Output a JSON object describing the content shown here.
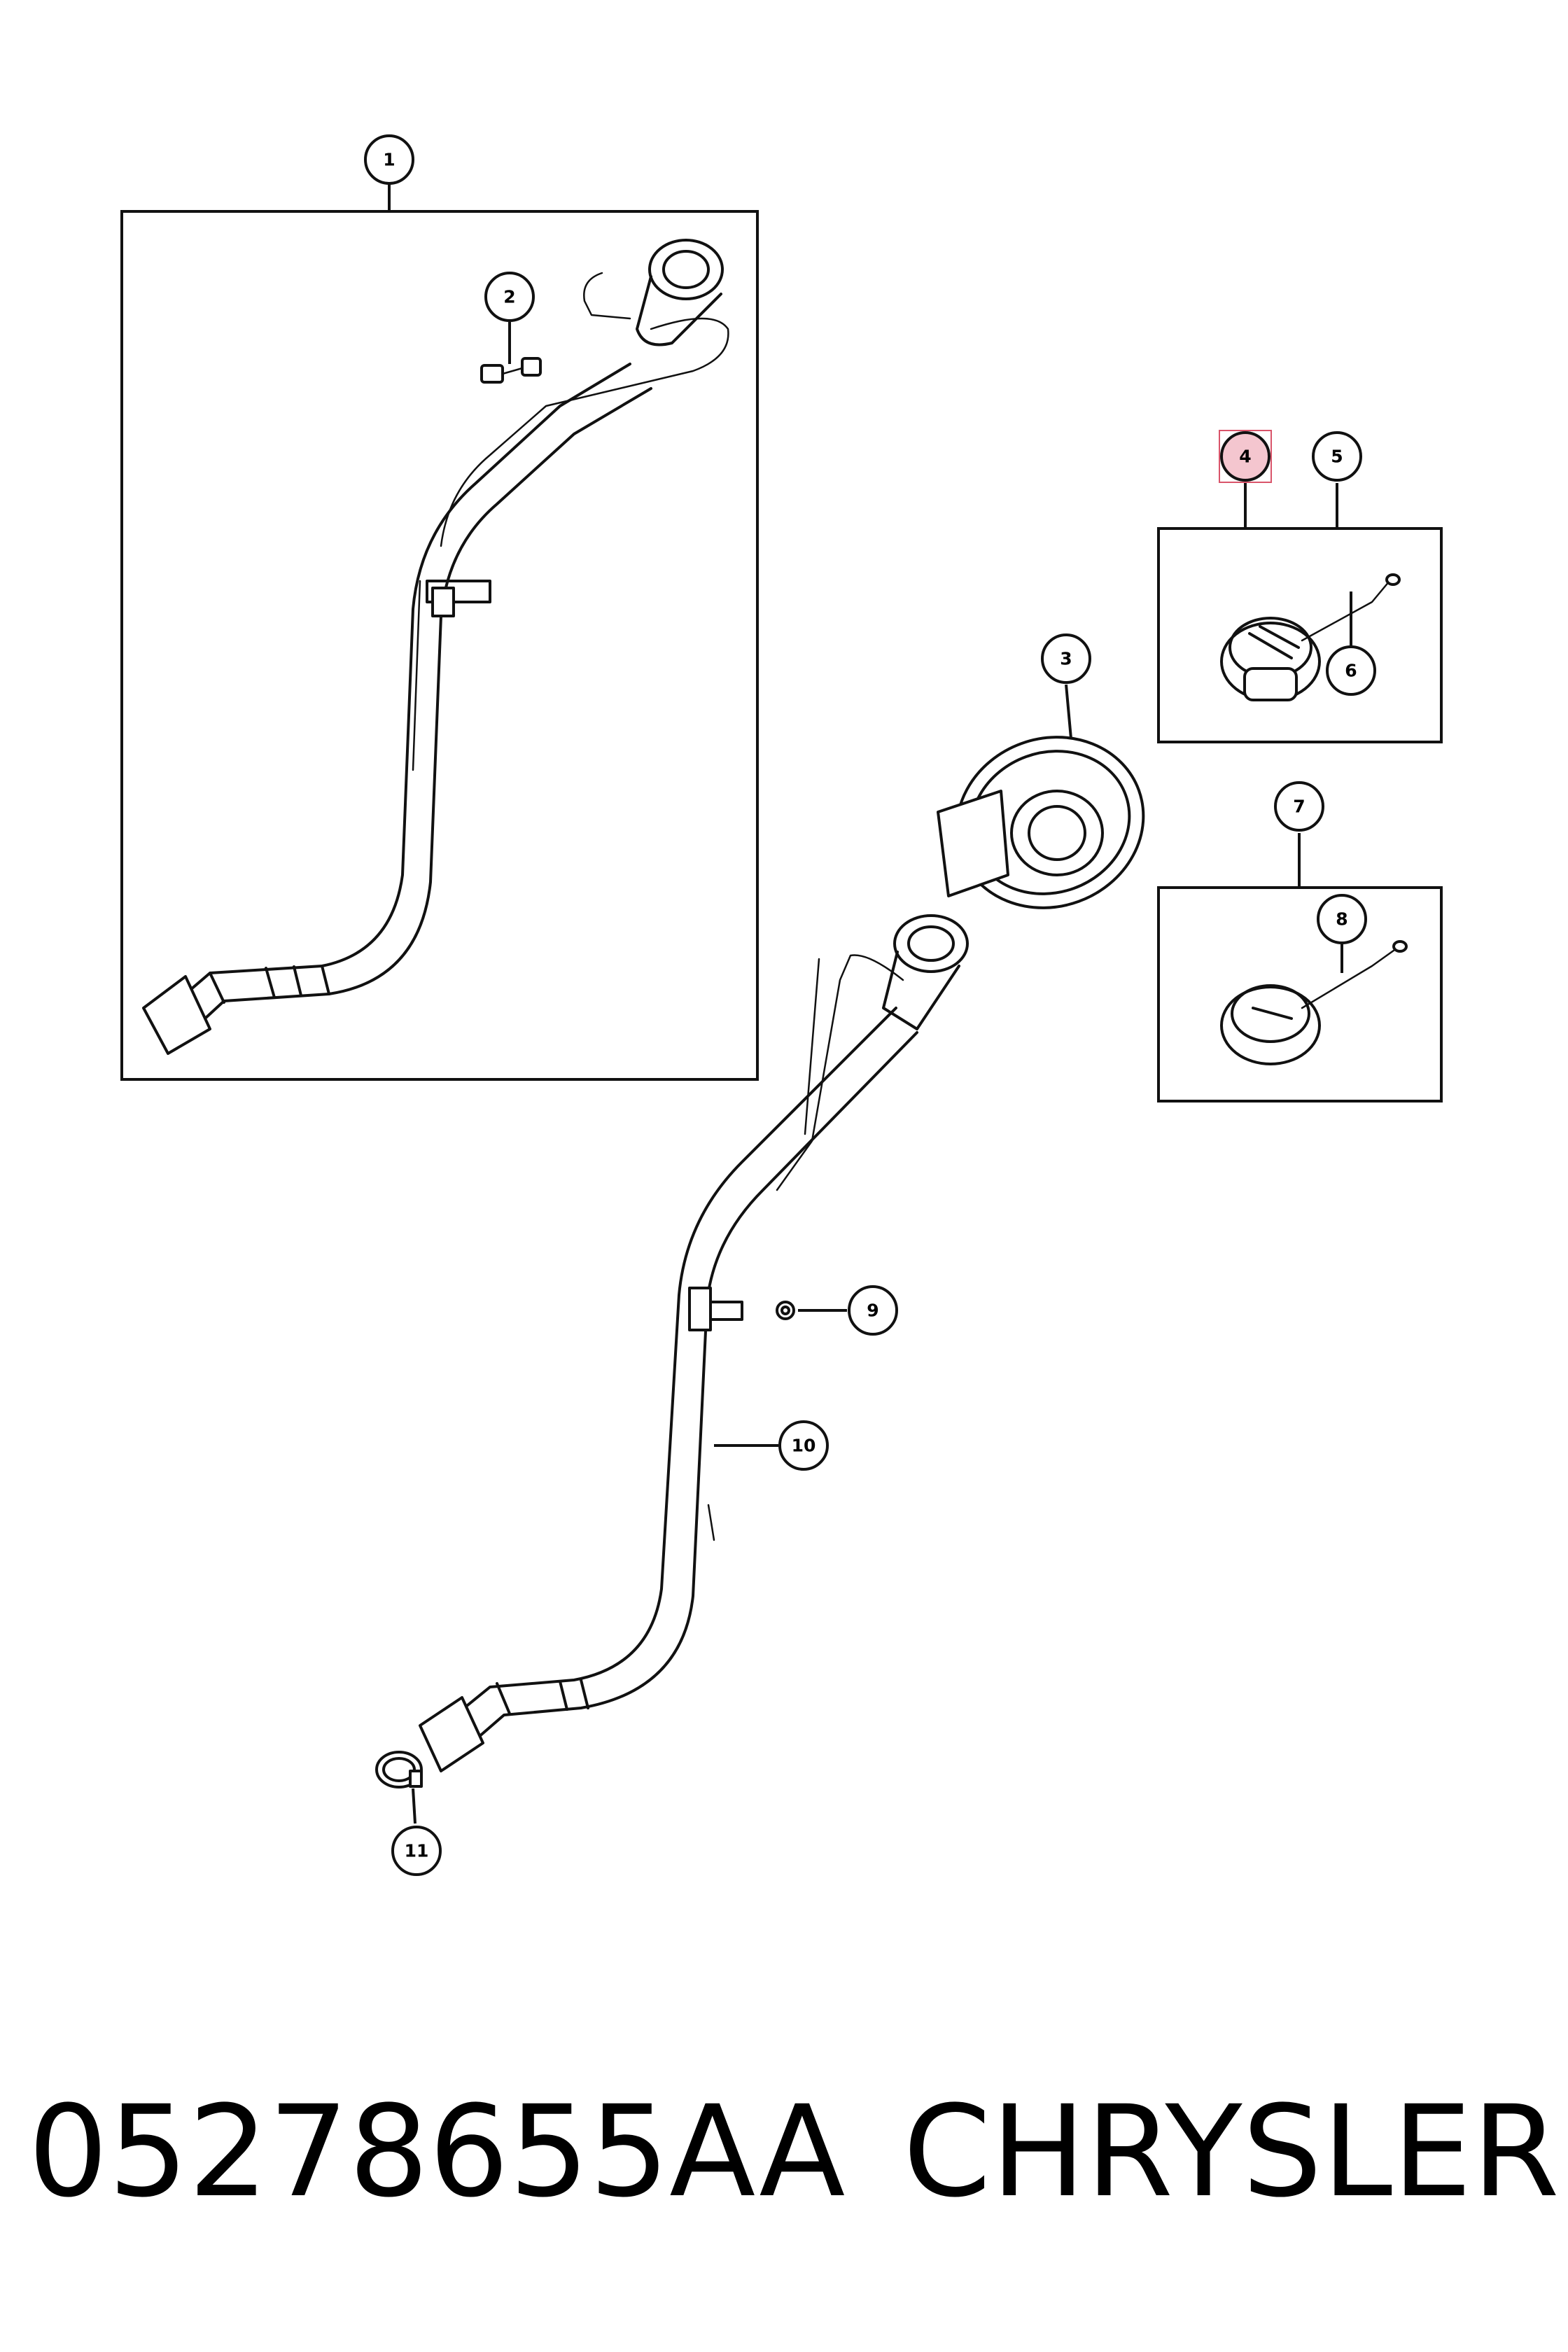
{
  "callouts": [
    {
      "id": 1,
      "label": "1"
    },
    {
      "id": 2,
      "label": "2"
    },
    {
      "id": 3,
      "label": "3"
    },
    {
      "id": 4,
      "label": "4",
      "highlighted": true
    },
    {
      "id": 5,
      "label": "5"
    },
    {
      "id": 6,
      "label": "6"
    },
    {
      "id": 7,
      "label": "7"
    },
    {
      "id": 8,
      "label": "8"
    },
    {
      "id": 9,
      "label": "9"
    },
    {
      "id": 10,
      "label": "10"
    },
    {
      "id": 11,
      "label": "11"
    }
  ],
  "caption": {
    "part_number": "05278655AA",
    "manufacturer": "CHRYSLER"
  },
  "colors": {
    "line": "#111111",
    "highlight_fill": "#f4c6cf",
    "highlight_stroke": "#d9546a"
  }
}
